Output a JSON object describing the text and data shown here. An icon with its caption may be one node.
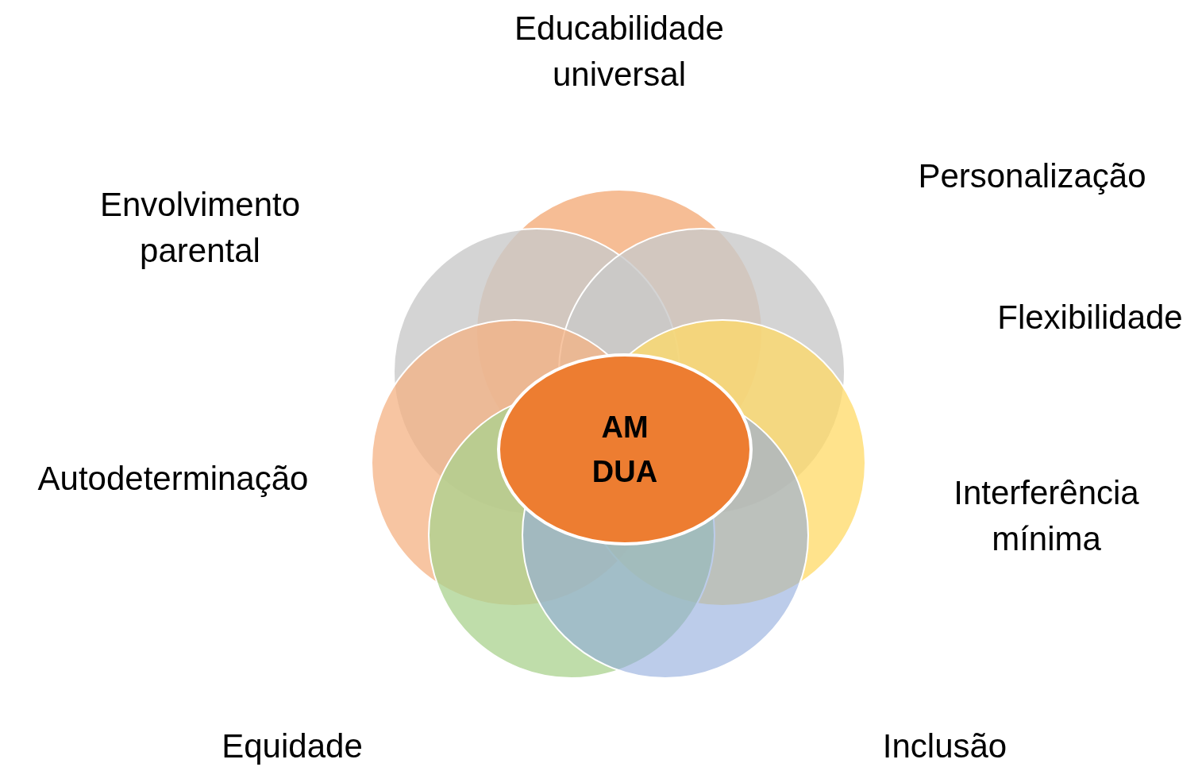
{
  "diagram": {
    "nodes": [
      {
        "text": [],
        "shape": "circle"
      },
      {
        "text": [],
        "shape": "circle"
      },
      {
        "text": [],
        "shape": "circle"
      },
      {
        "text": [],
        "shape": "circle"
      },
      {
        "text": [],
        "shape": "circle"
      },
      {
        "text": [],
        "shape": "circle"
      },
      {
        "text": [],
        "shape": "circle"
      },
      {
        "text": [
          "AM DUA"
        ]
      }
    ],
    "edges": [],
    "labels": [
      "Educabilidade universal",
      "Personalização",
      "Envolvimento parental",
      "Flexibilidade",
      "Autodeterminação",
      "Interferência mínima",
      "Equidade",
      "Inclusão"
    ]
  }
}
